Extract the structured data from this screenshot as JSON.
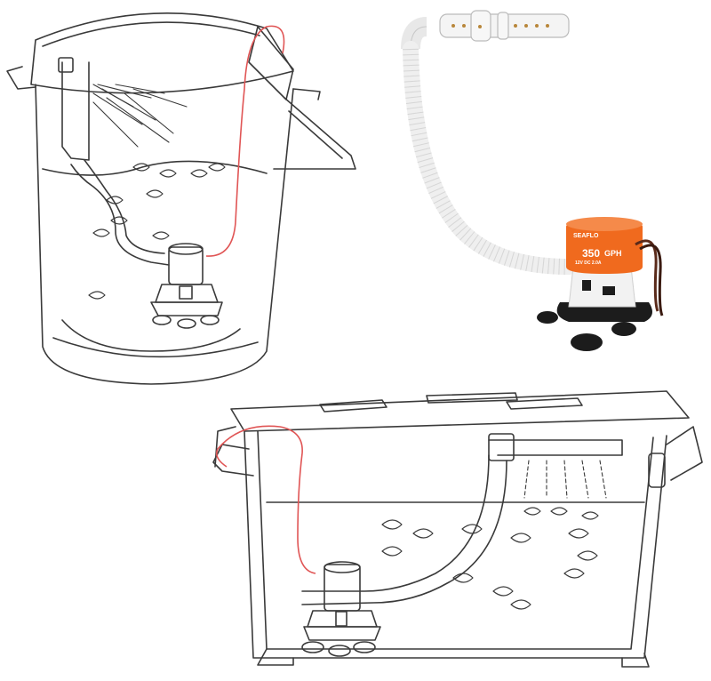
{
  "product": {
    "brand": "SEAFLO",
    "capacity_number": "350",
    "capacity_unit": "GPH",
    "spec_line": "12V DC 2.0A"
  },
  "colors": {
    "line": "#3a3a3a",
    "wire": "#e05555",
    "pump_orange": "#f06a1e",
    "pump_white": "#f2f2f2",
    "pump_black": "#1c1c1c",
    "hose_white": "#f4f4f4",
    "background": "#ffffff"
  },
  "panels": {
    "bucket": {
      "icon": "bucket-aerator-illustration"
    },
    "product_photo": {
      "icon": "bilge-pump-with-spray-bar"
    },
    "cooler": {
      "icon": "cooler-livewell-illustration"
    }
  }
}
